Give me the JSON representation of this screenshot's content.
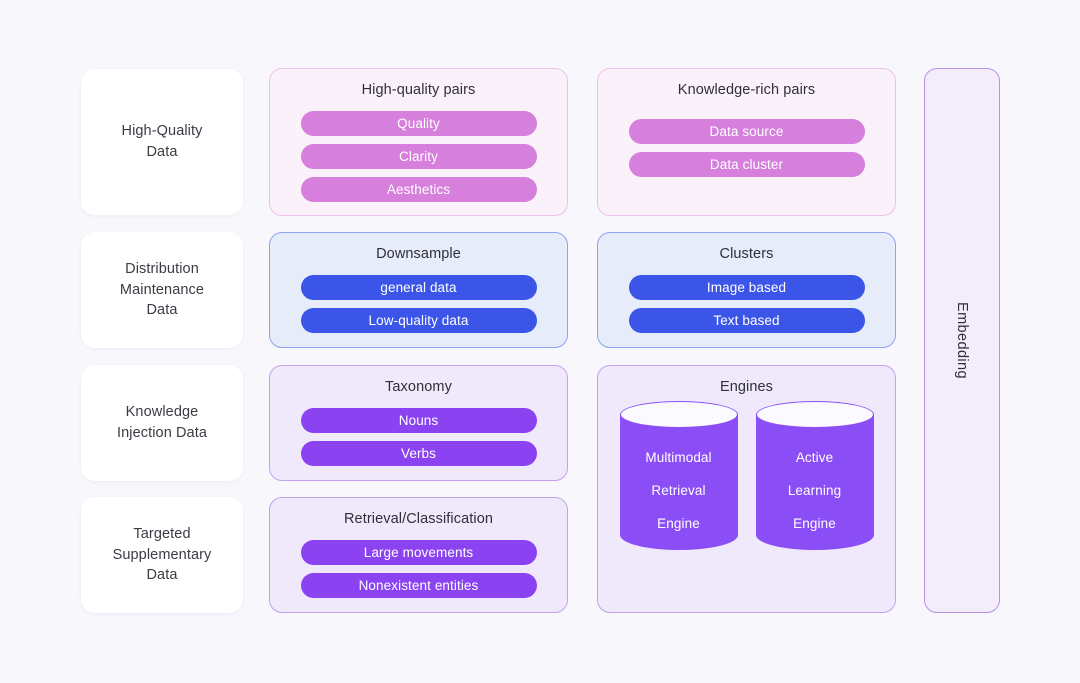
{
  "theme": {
    "background": "#f7f7fc",
    "pink_pill": "#d67fdc",
    "pink_box_bg": "#fbf1fb",
    "pink_box_border": "#edc2e9",
    "blue_pill": "#3b55e8",
    "blue_box_bg": "#e7ecfb",
    "blue_box_border": "#8ea3ef",
    "purple_pill": "#8b43f2",
    "purple_box_bg": "#f0e9fc",
    "purple_box_border": "#c2a2ee",
    "card_bg": "#ffffff",
    "text": "#2f2f38"
  },
  "rows": [
    {
      "label": "High-Quality\nData",
      "middle": {
        "title": "High-quality pairs",
        "pills": [
          "Quality",
          "Clarity",
          "Aesthetics"
        ]
      },
      "right": {
        "title": "Knowledge-rich pairs",
        "pills": [
          "Data source",
          "Data cluster"
        ]
      }
    },
    {
      "label": "Distribution\nMaintenance\nData",
      "middle": {
        "title": "Downsample",
        "pills": [
          "general data",
          "Low-quality data"
        ]
      },
      "right": {
        "title": "Clusters",
        "pills": [
          "Image based",
          "Text based"
        ]
      }
    },
    {
      "label": "Knowledge\nInjection Data",
      "middle": {
        "title": "Taxonomy",
        "pills": [
          "Nouns",
          "Verbs"
        ]
      }
    },
    {
      "label": "Targeted\nSupplementary\nData",
      "middle": {
        "title": "Retrieval/Classification",
        "pills": [
          "Large movements",
          "Nonexistent entities"
        ]
      }
    }
  ],
  "engines": {
    "title": "Engines",
    "cylinders": [
      {
        "lines": [
          "Multimodal",
          "Retrieval",
          "Engine"
        ]
      },
      {
        "lines": [
          "Active",
          "Learning",
          "Engine"
        ]
      }
    ]
  },
  "embedding": {
    "label": "Embedding"
  }
}
